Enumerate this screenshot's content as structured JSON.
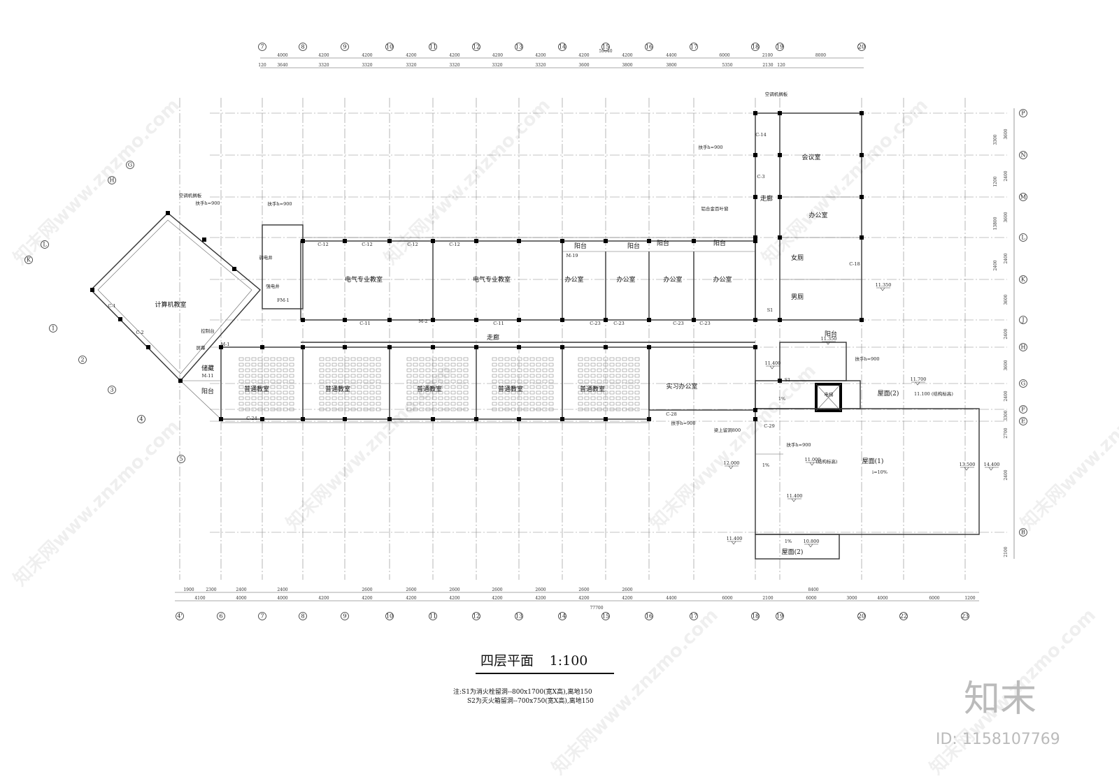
{
  "drawing": {
    "title": "四层平面",
    "scale": "1:100",
    "notes": [
      "注:S1为消火栓留洞--800x1700(宽X高),离地150",
      "S2为灭火箱留洞--700x750(宽X高),离地150"
    ]
  },
  "axes": {
    "top": [
      "7",
      "8",
      "9",
      "10",
      "11",
      "12",
      "13",
      "14",
      "15",
      "16",
      "17",
      "18",
      "19",
      "20"
    ],
    "bottom": [
      "4'",
      "6",
      "7",
      "8",
      "9",
      "10",
      "11",
      "12",
      "13",
      "14",
      "15",
      "16",
      "17",
      "18",
      "19",
      "20",
      "22",
      "23"
    ],
    "right": [
      "P",
      "N",
      "M",
      "L",
      "K",
      "J",
      "H",
      "G",
      "F",
      "E",
      "B"
    ],
    "left_wing": [
      "1",
      "2",
      "3",
      "4",
      "5",
      "H",
      "G",
      "L",
      "K"
    ]
  },
  "dimensions": {
    "top_overall": [
      "4000",
      "4200",
      "4200",
      "4200",
      "4200",
      "4200",
      "4200",
      "4200",
      "4200",
      "4400",
      "6000",
      "2100",
      "8000"
    ],
    "top_detail": [
      "120",
      "3640",
      "3320",
      "3320",
      "3320",
      "3320",
      "3320",
      "3320",
      "3600",
      "3800",
      "3800",
      "5350",
      "2130",
      "120"
    ],
    "top_extra": "59640",
    "bottom_overall": [
      "4100",
      "4000",
      "4000",
      "4200",
      "4200",
      "4200",
      "4200",
      "4200",
      "4200",
      "4200",
      "4200",
      "4400",
      "6000",
      "2100",
      "6000",
      "3000",
      "4000",
      "6000",
      "1200"
    ],
    "bottom_detail": [
      "1900",
      "2300",
      "2400",
      "2400",
      "2600",
      "2600",
      "2600",
      "2600",
      "2600",
      "2600",
      "2600",
      "8400"
    ],
    "bottom_total": "77700",
    "right": [
      "3600",
      "2400",
      "3600",
      "2400",
      "3600",
      "2400",
      "3600",
      "2400",
      "3300",
      "2700",
      "2400",
      "2100",
      "3300",
      "1200",
      "13800",
      "2400"
    ]
  },
  "rooms": {
    "electrical_1": "电气专业教室",
    "electrical_2": "电气专业教室",
    "office_1": "办公室",
    "office_2": "办公室",
    "office_3": "办公室",
    "office_4": "办公室",
    "balcony": "阳台",
    "corridor": "走廊",
    "classroom": "普通教室",
    "practice_office": "实习办公室",
    "meeting": "会议室",
    "office_right": "办公室",
    "female_wc": "女厕",
    "male_wc": "男厕",
    "computer": "计算机教室",
    "storage": "储藏",
    "control": "控制台",
    "screen": "屏幕",
    "roof1": "屋面(1)",
    "roof2": "屋面(2)",
    "slope": "i=10%",
    "struct_elev": "(结构标高)",
    "struct_elev_full": "11.100 (结构标高)",
    "weak_shaft": "弱电井",
    "strong_shaft": "强电井",
    "elevator": "电梯"
  },
  "annotations": {
    "handrail": "扶手h=900",
    "ac_shelf": "空调机搁板",
    "louver": "铝合金百叶窗",
    "beam_hole": "梁上留洞800",
    "slope_1": "1%",
    "elevations": [
      "11.700",
      "11.400",
      "11.000",
      "12.000",
      "11.400",
      "11.400",
      "10.800",
      "13.500",
      "14.400",
      "11.350",
      "11.350"
    ],
    "windows": [
      "C-12",
      "C-12",
      "C-12",
      "C-12",
      "C-11",
      "C-11",
      "C-23",
      "C-23",
      "C-23",
      "C-23",
      "C-24",
      "C-28",
      "C-29",
      "C-18",
      "C-14",
      "C-3",
      "C-1",
      "C-2"
    ],
    "doors": [
      "M-1",
      "M-2",
      "M-19",
      "M-11",
      "FM-1"
    ],
    "hydrant": "S1"
  },
  "watermark": {
    "site": "知末网www.znzmo.com",
    "brand": "知末",
    "id": "ID: 1158107769"
  }
}
